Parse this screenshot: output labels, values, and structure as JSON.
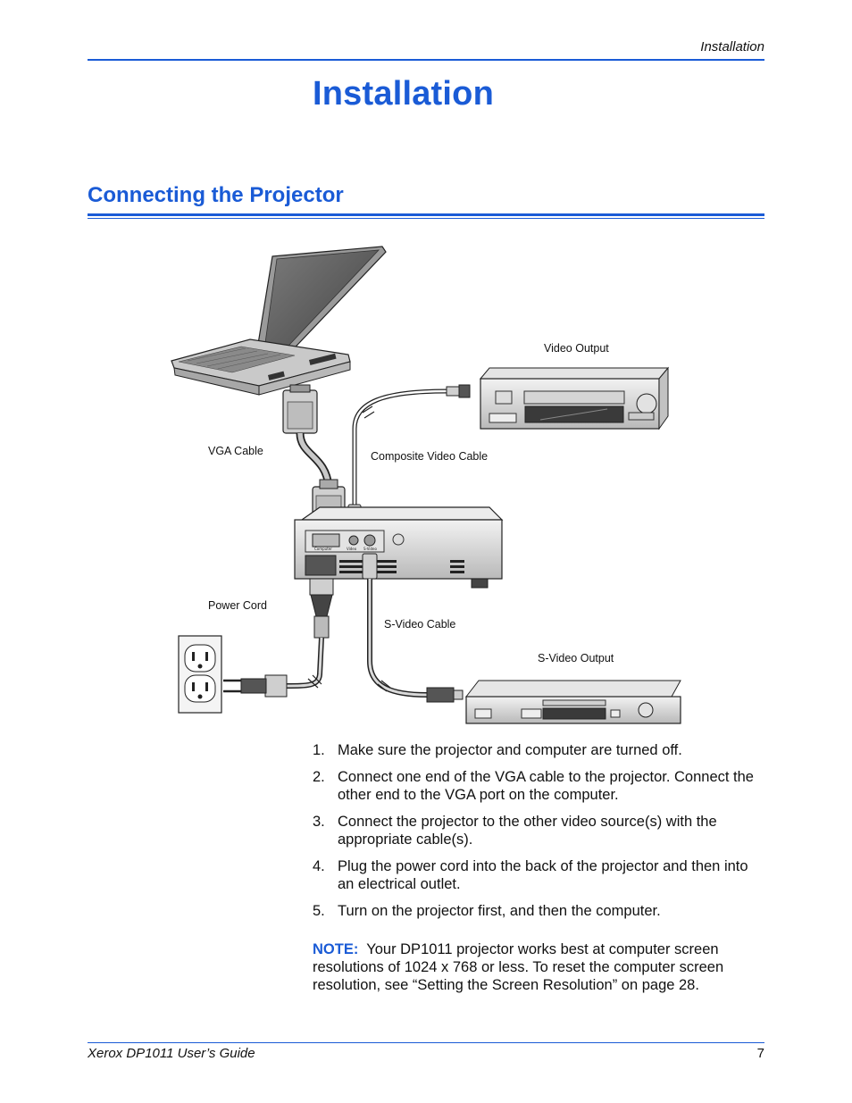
{
  "header": {
    "running_title": "Installation"
  },
  "page": {
    "title": "Installation",
    "section_title": "Connecting the Projector"
  },
  "figure": {
    "labels": {
      "video_output": "Video Output",
      "vga_cable": "VGA Cable",
      "composite_video_cable": "Composite Video Cable",
      "power_cord": "Power Cord",
      "s_video_cable": "S-Video Cable",
      "s_video_output": "S-Video Output"
    },
    "port_labels": {
      "computer": "Computer",
      "video": "Video",
      "s_video": "S-Video"
    }
  },
  "steps": [
    {
      "num": "1.",
      "text": "Make sure the projector and computer are turned off."
    },
    {
      "num": "2.",
      "text": "Connect one end of the VGA cable to the projector. Connect the other end to the VGA port on the computer."
    },
    {
      "num": "3.",
      "text": "Connect the projector to the other video source(s) with the appropriate cable(s)."
    },
    {
      "num": "4.",
      "text": "Plug the power cord into the back of the projector and then into an electrical outlet."
    },
    {
      "num": "5.",
      "text": "Turn on the projector first, and then the computer."
    }
  ],
  "note": {
    "label": "NOTE:",
    "text": "Your DP1011 projector works best at computer screen resolutions of 1024 x 768 or less. To reset the computer screen resolution,  see “Setting the Screen Resolution” on page 28."
  },
  "footer": {
    "guide_title": "Xerox DP1011 User’s Guide",
    "page_number": "7"
  },
  "colors": {
    "accent": "#1a5bd6"
  }
}
